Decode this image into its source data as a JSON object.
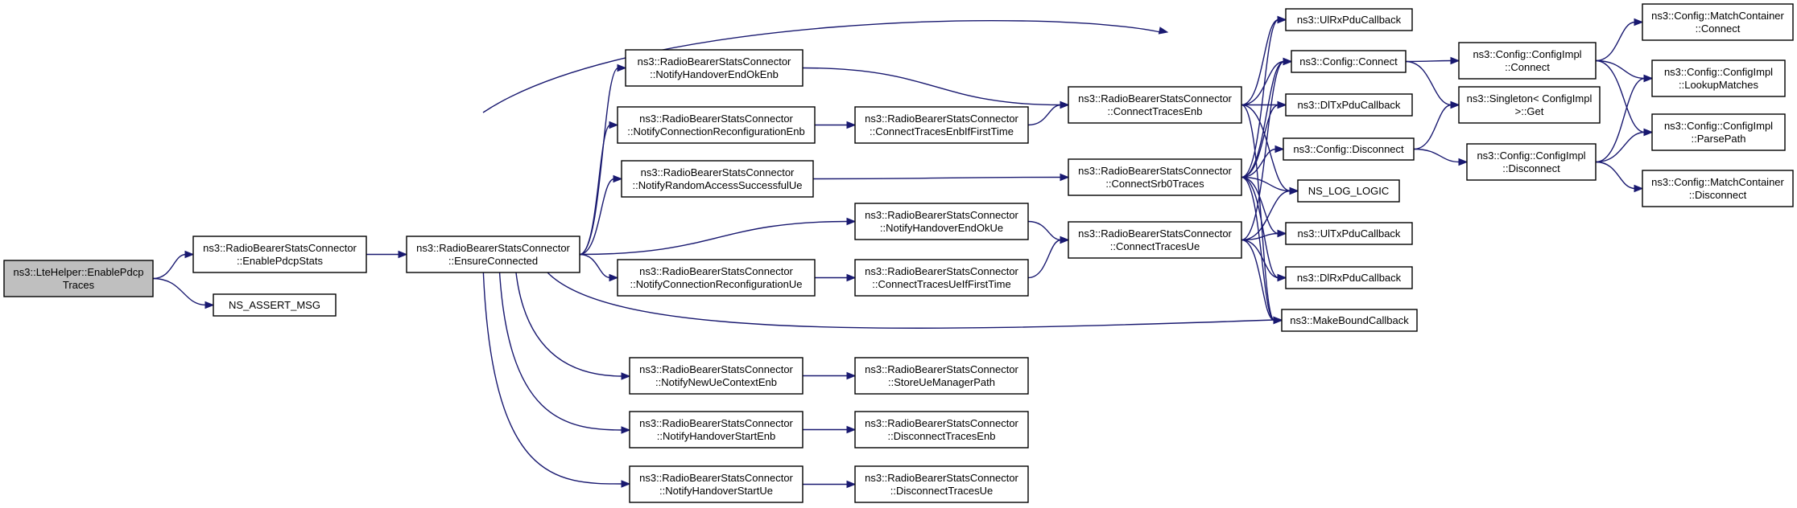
{
  "graph": {
    "edge_color": "#191970",
    "root_fill": "#bfbfbf",
    "nodes": [
      {
        "id": "n_lte",
        "lines": [
          "ns3::LteHelper::EnablePdcp",
          "Traces"
        ],
        "root": true
      },
      {
        "id": "n_enstats",
        "lines": [
          "ns3::RadioBearerStatsConnector",
          "::EnablePdcpStats"
        ]
      },
      {
        "id": "n_assert",
        "lines": [
          "NS_ASSERT_MSG"
        ]
      },
      {
        "id": "n_ensure",
        "lines": [
          "ns3::RadioBearerStatsConnector",
          "::EnsureConnected"
        ]
      },
      {
        "id": "n_hoEndOkEnb",
        "lines": [
          "ns3::RadioBearerStatsConnector",
          "::NotifyHandoverEndOkEnb"
        ]
      },
      {
        "id": "n_connRecEnb",
        "lines": [
          "ns3::RadioBearerStatsConnector",
          "::NotifyConnectionReconfigurationEnb"
        ]
      },
      {
        "id": "n_raSuccUe",
        "lines": [
          "ns3::RadioBearerStatsConnector",
          "::NotifyRandomAccessSuccessfulUe"
        ]
      },
      {
        "id": "n_hoEndOkUe",
        "lines": [
          "ns3::RadioBearerStatsConnector",
          "::NotifyHandoverEndOkUe"
        ]
      },
      {
        "id": "n_connRecUe",
        "lines": [
          "ns3::RadioBearerStatsConnector",
          "::NotifyConnectionReconfigurationUe"
        ]
      },
      {
        "id": "n_newUeCtx",
        "lines": [
          "ns3::RadioBearerStatsConnector",
          "::NotifyNewUeContextEnb"
        ]
      },
      {
        "id": "n_hoStartEnb",
        "lines": [
          "ns3::RadioBearerStatsConnector",
          "::NotifyHandoverStartEnb"
        ]
      },
      {
        "id": "n_hoStartUe",
        "lines": [
          "ns3::RadioBearerStatsConnector",
          "::NotifyHandoverStartUe"
        ]
      },
      {
        "id": "n_ctEnbFirst",
        "lines": [
          "ns3::RadioBearerStatsConnector",
          "::ConnectTracesEnbIfFirstTime"
        ]
      },
      {
        "id": "n_ctUeFirst",
        "lines": [
          "ns3::RadioBearerStatsConnector",
          "::ConnectTracesUeIfFirstTime"
        ]
      },
      {
        "id": "n_storeUe",
        "lines": [
          "ns3::RadioBearerStatsConnector",
          "::StoreUeManagerPath"
        ]
      },
      {
        "id": "n_discEnb",
        "lines": [
          "ns3::RadioBearerStatsConnector",
          "::DisconnectTracesEnb"
        ]
      },
      {
        "id": "n_discUe",
        "lines": [
          "ns3::RadioBearerStatsConnector",
          "::DisconnectTracesUe"
        ]
      },
      {
        "id": "n_ctEnb",
        "lines": [
          "ns3::RadioBearerStatsConnector",
          "::ConnectTracesEnb"
        ]
      },
      {
        "id": "n_srb0",
        "lines": [
          "ns3::RadioBearerStatsConnector",
          "::ConnectSrb0Traces"
        ]
      },
      {
        "id": "n_ctUe",
        "lines": [
          "ns3::RadioBearerStatsConnector",
          "::ConnectTracesUe"
        ]
      },
      {
        "id": "n_ulRx",
        "lines": [
          "ns3::UlRxPduCallback"
        ]
      },
      {
        "id": "n_cfgConnect",
        "lines": [
          "ns3::Config::Connect"
        ]
      },
      {
        "id": "n_dlTx",
        "lines": [
          "ns3::DlTxPduCallback"
        ]
      },
      {
        "id": "n_cfgDisconnect",
        "lines": [
          "ns3::Config::Disconnect"
        ]
      },
      {
        "id": "n_nslog",
        "lines": [
          "NS_LOG_LOGIC"
        ]
      },
      {
        "id": "n_ulTx",
        "lines": [
          "ns3::UlTxPduCallback"
        ]
      },
      {
        "id": "n_dlRx",
        "lines": [
          "ns3::DlRxPduCallback"
        ]
      },
      {
        "id": "n_mbc",
        "lines": [
          "ns3::MakeBoundCallback"
        ]
      },
      {
        "id": "n_implConnect",
        "lines": [
          "ns3::Config::ConfigImpl",
          "::Connect"
        ]
      },
      {
        "id": "n_singleton",
        "lines": [
          "ns3::Singleton< ConfigImpl",
          " >::Get"
        ]
      },
      {
        "id": "n_implDisconnect",
        "lines": [
          "ns3::Config::ConfigImpl",
          "::Disconnect"
        ]
      },
      {
        "id": "n_mcConnect",
        "lines": [
          "ns3::Config::MatchContainer",
          "::Connect"
        ]
      },
      {
        "id": "n_lookup",
        "lines": [
          "ns3::Config::ConfigImpl",
          "::LookupMatches"
        ]
      },
      {
        "id": "n_parse",
        "lines": [
          "ns3::Config::ConfigImpl",
          "::ParsePath"
        ]
      },
      {
        "id": "n_mcDisconnect",
        "lines": [
          "ns3::Config::MatchContainer",
          "::Disconnect"
        ]
      }
    ],
    "edges": [
      {
        "from": "n_lte",
        "to": "n_enstats"
      },
      {
        "from": "n_lte",
        "to": "n_assert"
      },
      {
        "from": "n_enstats",
        "to": "n_ensure"
      },
      {
        "from": "n_ensure",
        "to": "n_cfgConnect"
      },
      {
        "from": "n_ensure",
        "to": "n_hoEndOkEnb"
      },
      {
        "from": "n_ensure",
        "to": "n_connRecEnb"
      },
      {
        "from": "n_ensure",
        "to": "n_raSuccUe"
      },
      {
        "from": "n_ensure",
        "to": "n_hoEndOkUe"
      },
      {
        "from": "n_ensure",
        "to": "n_connRecUe"
      },
      {
        "from": "n_ensure",
        "to": "n_mbc"
      },
      {
        "from": "n_ensure",
        "to": "n_newUeCtx"
      },
      {
        "from": "n_ensure",
        "to": "n_hoStartEnb"
      },
      {
        "from": "n_ensure",
        "to": "n_hoStartUe"
      },
      {
        "from": "n_hoEndOkEnb",
        "to": "n_ctEnb"
      },
      {
        "from": "n_connRecEnb",
        "to": "n_ctEnbFirst"
      },
      {
        "from": "n_ctEnbFirst",
        "to": "n_ctEnb"
      },
      {
        "from": "n_raSuccUe",
        "to": "n_srb0"
      },
      {
        "from": "n_hoEndOkUe",
        "to": "n_ctUe"
      },
      {
        "from": "n_connRecUe",
        "to": "n_ctUeFirst"
      },
      {
        "from": "n_ctUeFirst",
        "to": "n_ctUe"
      },
      {
        "from": "n_newUeCtx",
        "to": "n_storeUe"
      },
      {
        "from": "n_hoStartEnb",
        "to": "n_discEnb"
      },
      {
        "from": "n_hoStartUe",
        "to": "n_discUe"
      },
      {
        "from": "n_ctEnb",
        "to": "n_ulRx"
      },
      {
        "from": "n_ctEnb",
        "to": "n_cfgConnect"
      },
      {
        "from": "n_ctEnb",
        "to": "n_dlTx"
      },
      {
        "from": "n_ctEnb",
        "to": "n_nslog"
      },
      {
        "from": "n_ctEnb",
        "to": "n_mbc"
      },
      {
        "from": "n_srb0",
        "to": "n_ulRx"
      },
      {
        "from": "n_srb0",
        "to": "n_cfgConnect"
      },
      {
        "from": "n_srb0",
        "to": "n_dlTx"
      },
      {
        "from": "n_srb0",
        "to": "n_cfgDisconnect"
      },
      {
        "from": "n_srb0",
        "to": "n_nslog"
      },
      {
        "from": "n_srb0",
        "to": "n_ulTx"
      },
      {
        "from": "n_srb0",
        "to": "n_dlRx"
      },
      {
        "from": "n_srb0",
        "to": "n_mbc"
      },
      {
        "from": "n_ctUe",
        "to": "n_cfgConnect"
      },
      {
        "from": "n_ctUe",
        "to": "n_nslog"
      },
      {
        "from": "n_ctUe",
        "to": "n_ulTx"
      },
      {
        "from": "n_ctUe",
        "to": "n_dlRx"
      },
      {
        "from": "n_ctUe",
        "to": "n_mbc"
      },
      {
        "from": "n_cfgConnect",
        "to": "n_implConnect"
      },
      {
        "from": "n_cfgConnect",
        "to": "n_singleton"
      },
      {
        "from": "n_cfgDisconnect",
        "to": "n_singleton"
      },
      {
        "from": "n_cfgDisconnect",
        "to": "n_implDisconnect"
      },
      {
        "from": "n_implConnect",
        "to": "n_mcConnect"
      },
      {
        "from": "n_implConnect",
        "to": "n_lookup"
      },
      {
        "from": "n_implConnect",
        "to": "n_parse"
      },
      {
        "from": "n_implDisconnect",
        "to": "n_lookup"
      },
      {
        "from": "n_implDisconnect",
        "to": "n_parse"
      },
      {
        "from": "n_implDisconnect",
        "to": "n_mcDisconnect"
      }
    ]
  }
}
